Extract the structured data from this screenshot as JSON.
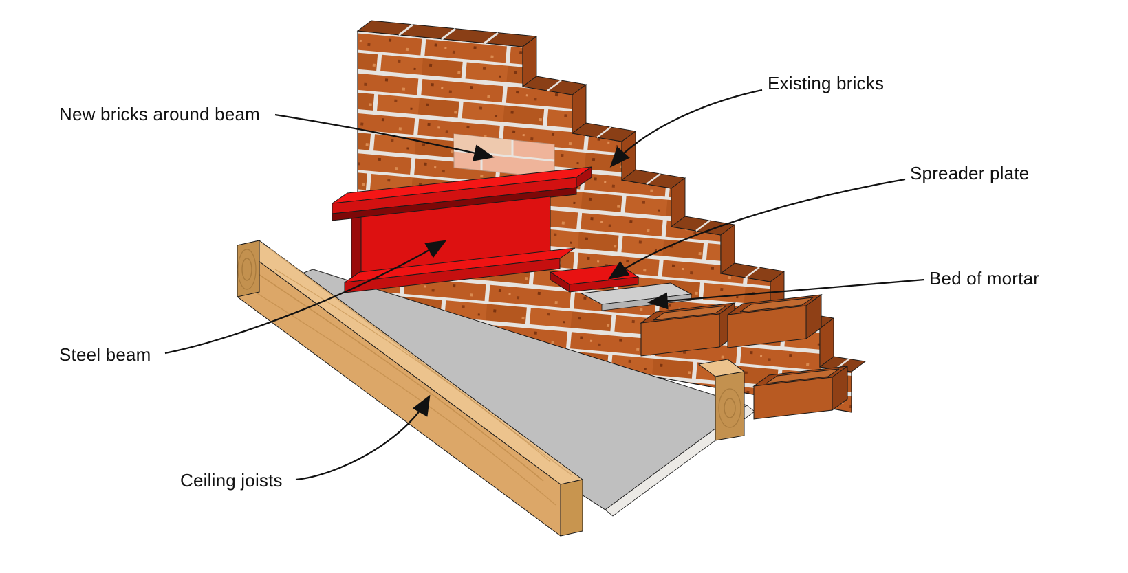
{
  "diagram": {
    "labels": {
      "new_bricks": "New bricks around beam",
      "existing_bricks": "Existing bricks",
      "spreader_plate": "Spreader plate",
      "bed_of_mortar": "Bed of mortar",
      "steel_beam": "Steel beam",
      "ceiling_joists": "Ceiling joists"
    },
    "colors": {
      "brick_face": "#bd5c24",
      "brick_top": "#8a3f16",
      "mortar_joint": "#e6e3df",
      "new_brick": "#efb49a",
      "steel_red": "#dd1111",
      "wood_top": "#ecc38d",
      "wood_side": "#dca768",
      "wood_end": "#c3914f",
      "ceiling_gray": "#bfbfbf",
      "mortar_bed": "#cfcfcf",
      "outline": "#1a1a1a",
      "background": "#ffffff"
    }
  }
}
